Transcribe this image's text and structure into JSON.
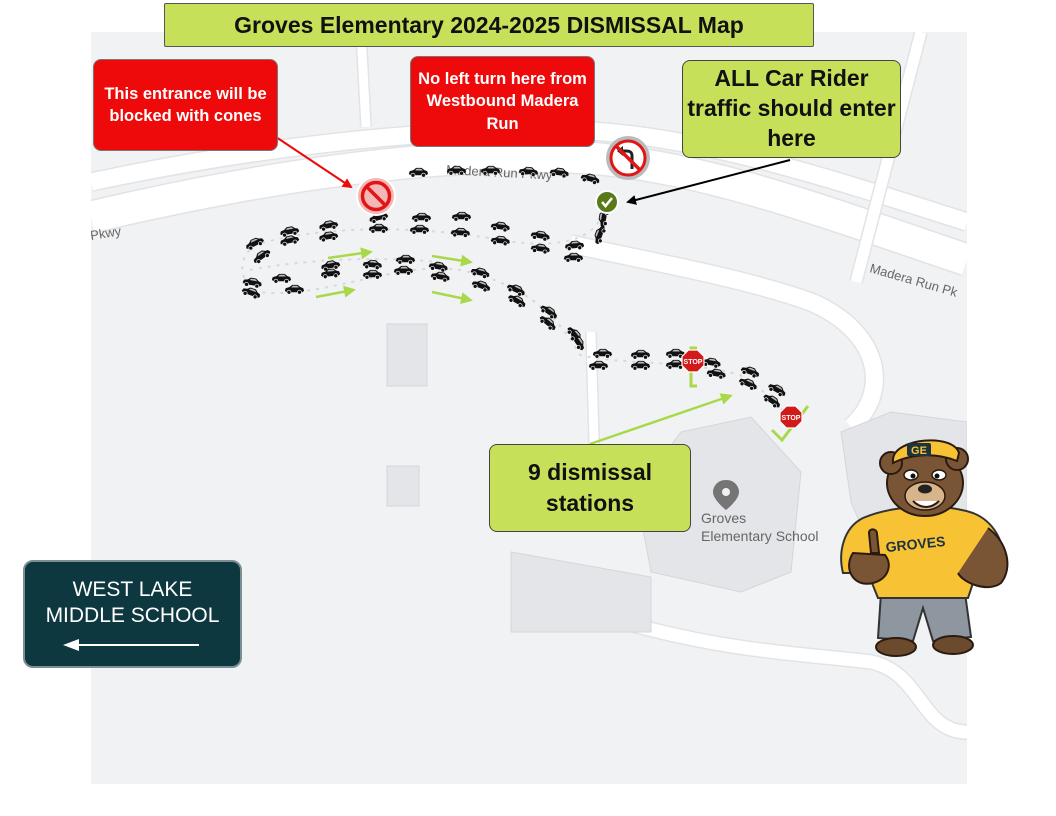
{
  "title": "Groves Elementary 2024-2025 DISMISSAL Map",
  "callouts": {
    "blocked_entrance": "This entrance will be blocked with cones",
    "no_left_turn": "No left turn here from Westbound Madera Run",
    "car_rider_entry": "ALL Car Rider traffic should enter here",
    "dismissal_stations": "9 dismissal stations"
  },
  "map_labels": {
    "road_north": "Madera Run Pkwy",
    "road_west": "Pkwy",
    "road_east": "Madera Run Pk",
    "school": "Groves Elementary School"
  },
  "stop_sign_text": "STOP",
  "west_lake_sign": {
    "line1": "WEST LAKE",
    "line2": "MIDDLE SCHOOL"
  },
  "mascot": {
    "cap_text": "GE",
    "shirt_text": "GROVES"
  },
  "colors": {
    "callout_green": "#c6e05a",
    "callout_red": "#ee0a0a",
    "sign_bg": "#0e3840",
    "flow_arrow": "#a8d94a"
  },
  "icons": [
    "no-entry-icon",
    "no-left-turn-icon",
    "check-icon",
    "stop-sign-icon",
    "map-pin-icon",
    "car-icon",
    "arrow-left-icon",
    "bear-mascot"
  ]
}
